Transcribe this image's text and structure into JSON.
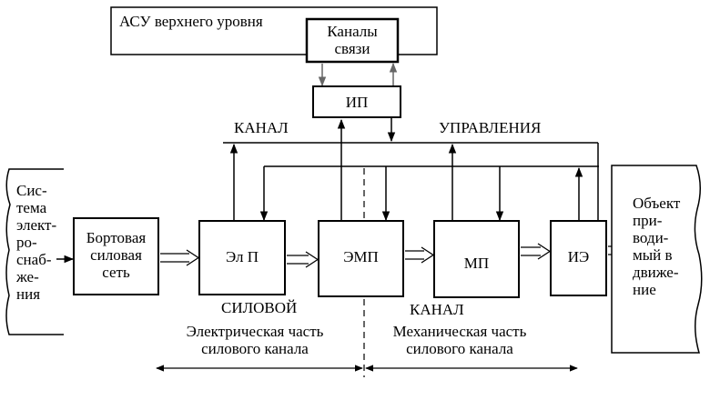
{
  "top": {
    "asu_label": "АСУ верхнего уровня",
    "channels_line1": "Каналы",
    "channels_line2": "связи",
    "ip_label": "ИП"
  },
  "bus": {
    "label_left": "КАНАЛ",
    "label_right": "УПРАВЛЕНИЯ"
  },
  "power_system": {
    "lines": [
      "Сис-",
      "тема",
      "элект-",
      "ро-",
      "снаб-",
      "же-",
      "ния"
    ]
  },
  "blocks": {
    "onboard_line1": "Бортовая",
    "onboard_line2": "силовая",
    "onboard_line3": "сеть",
    "elp": "Эл П",
    "emp": "ЭМП",
    "mp": "МП",
    "ie": "ИЭ"
  },
  "object": {
    "lines": [
      "Объект",
      "при-",
      "води-",
      "мый в",
      "движе-",
      "ние"
    ]
  },
  "bottom": {
    "power_word": "СИЛОВОЙ",
    "channel_word": "КАНАЛ",
    "electrical_line1": "Электрическая часть",
    "electrical_line2": "силового канала",
    "mechanical_line1": "Механическая часть",
    "mechanical_line2": "силового канала"
  }
}
